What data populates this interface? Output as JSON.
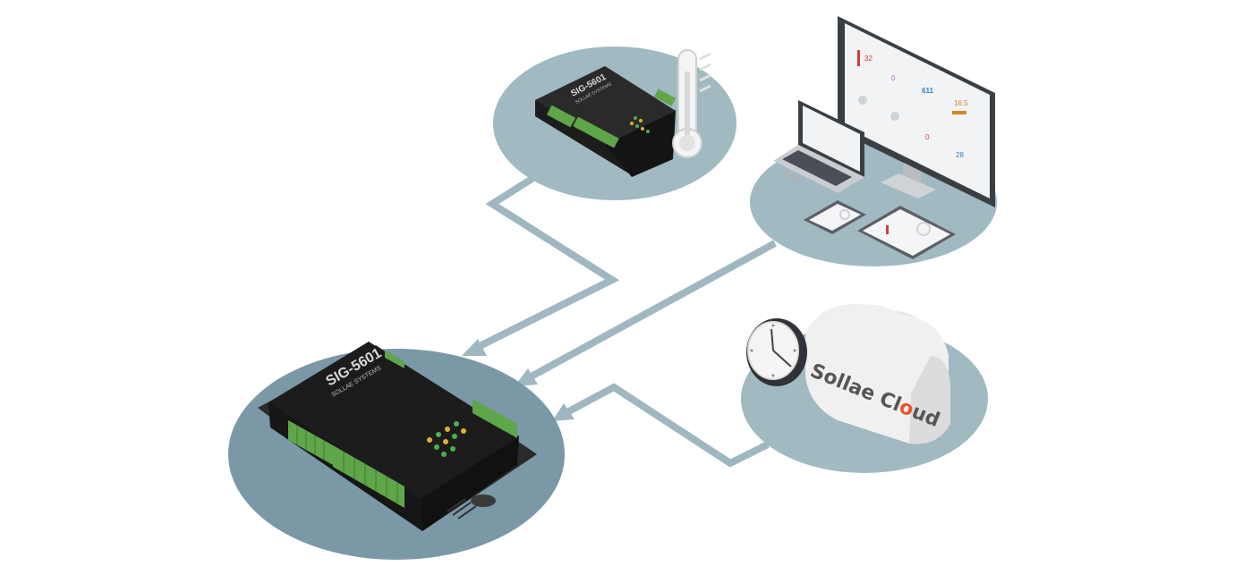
{
  "main_device": {
    "model": "SIG-5601",
    "brand": "SOLLAE SYSTEMS"
  },
  "sensor_device": {
    "model": "SIG-5601",
    "brand": "SOLLAE SYSTEMS"
  },
  "cloud": {
    "label_part1": "Sollae Cl",
    "label_accent": "o",
    "label_part2": "ud",
    "accent_color": "#e8542d"
  },
  "dashboard": {
    "tiles": [
      "32",
      "0",
      "611",
      "16.5",
      "0",
      "28"
    ]
  },
  "colors": {
    "background": "#ffffff",
    "connector": "#9fb7c0",
    "main_bubble": "#7a98a6",
    "bubble": "#a1b9c1",
    "device_body": "#1c1c1c",
    "terminal_green": "#5fa64a"
  }
}
